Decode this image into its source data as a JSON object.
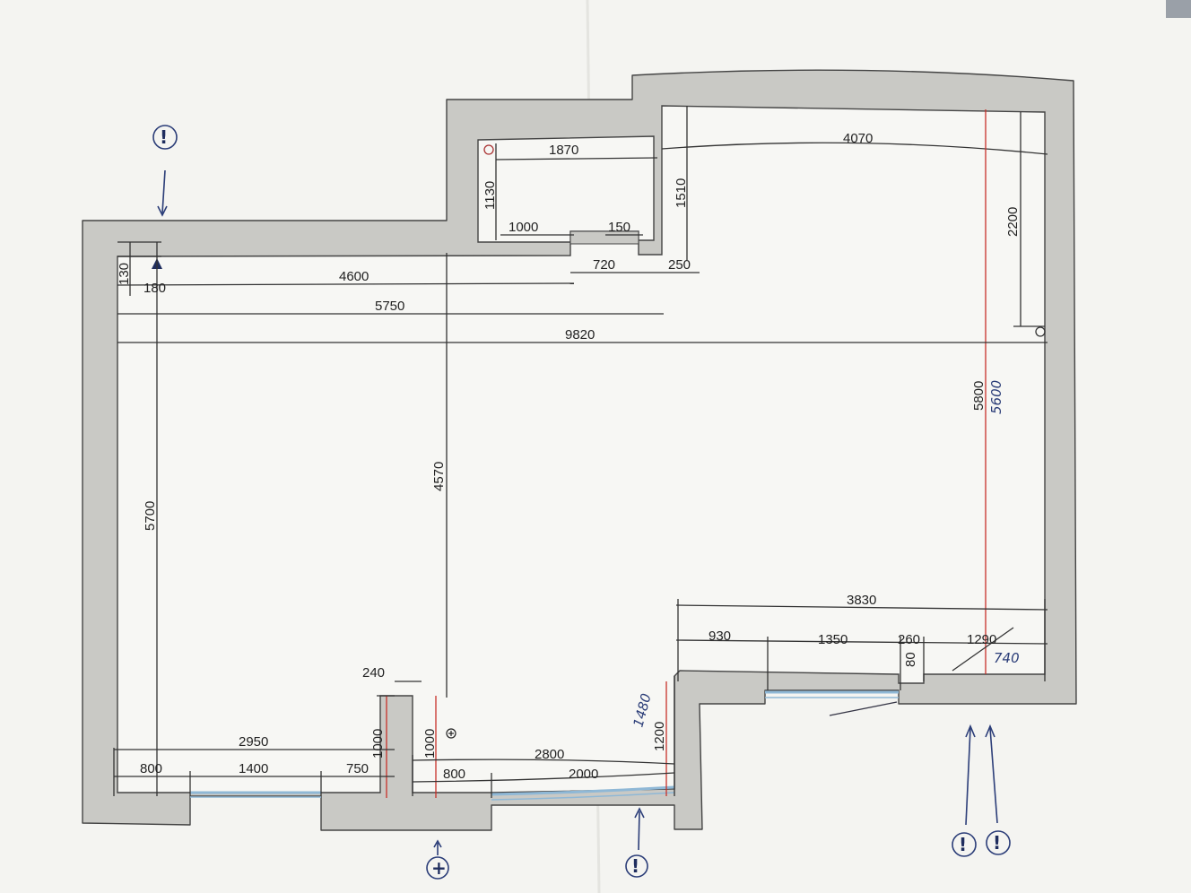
{
  "plan": {
    "dimensions": {
      "d1870": "1870",
      "d4070": "4070",
      "d1130": "1130",
      "d1510": "1510",
      "d2200": "2200",
      "d1000_top": "1000",
      "d150": "150",
      "d720": "720",
      "d250": "250",
      "d130": "130",
      "d180": "180",
      "d4600": "4600",
      "d5750": "5750",
      "d9820": "9820",
      "d5800": "5800",
      "d5700": "5700",
      "d4570": "4570",
      "d3830": "3830",
      "d930": "930",
      "d1350": "1350",
      "d260": "260",
      "d1290": "1290",
      "d80": "80",
      "d240": "240",
      "d2950": "2950",
      "d1000_left": "1000",
      "d1000_right": "1000",
      "d800_left": "800",
      "d1400": "1400",
      "d750": "750",
      "d2800": "2800",
      "d800_right": "800",
      "d2000": "2000",
      "d1200": "1200"
    },
    "handwritten": {
      "h5600": "5600",
      "h740": "740",
      "h1480": "1480"
    },
    "markers": {
      "warning": "!",
      "plus": "+"
    }
  }
}
